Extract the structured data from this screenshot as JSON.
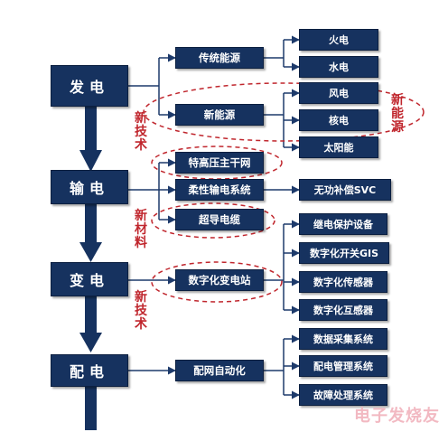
{
  "stages": [
    "发电",
    "输电",
    "变电",
    "配电"
  ],
  "generation": {
    "traditional": "传统能源",
    "new": "新能源",
    "traditional_sources": [
      "火电",
      "水电"
    ],
    "new_sources": [
      "风电",
      "核电",
      "太阳能"
    ]
  },
  "transmission": {
    "uhv": "特高压主干网",
    "flexible": "柔性输电系统",
    "svc": "无功补偿SVC",
    "superconducting": "超导电缆"
  },
  "substation": {
    "digital": "数字化变电站",
    "devices": [
      "继电保护设备",
      "数字化开关GIS",
      "数字化传感器",
      "数字化互感器"
    ]
  },
  "distribution": {
    "auto": "配网自动化",
    "systems": [
      "数据采集系统",
      "配电管理系统",
      "故障处理系统"
    ]
  },
  "annotations": [
    "新技术",
    "新材料",
    "新技术",
    "新能源"
  ],
  "watermark": "电子发烧友",
  "colors": {
    "box": "#16325f",
    "arrow": "#1d3a6b",
    "highlight": "#c0262d"
  }
}
